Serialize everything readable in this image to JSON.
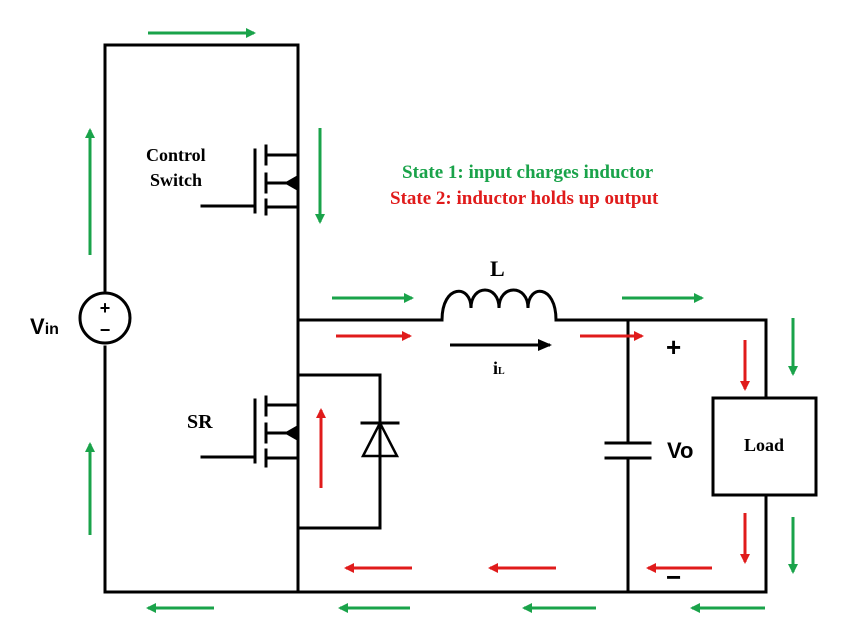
{
  "colors": {
    "state1": "#1aa34a",
    "state2": "#e01b1b",
    "wire": "#000000",
    "background": "#ffffff"
  },
  "legend": {
    "state1": "State 1: input charges inductor",
    "state2": "State 2: inductor holds up output"
  },
  "labels": {
    "control_switch_line1": "Control",
    "control_switch_line2": "Switch",
    "sr": "SR",
    "inductor": "L",
    "inductor_current": "i",
    "inductor_current_sub": "L",
    "vin_main": "V",
    "vin_sub": "in",
    "vo": "Vo",
    "load": "Load",
    "plus": "+",
    "minus": "−",
    "source_plus": "+",
    "source_minus": "−"
  }
}
